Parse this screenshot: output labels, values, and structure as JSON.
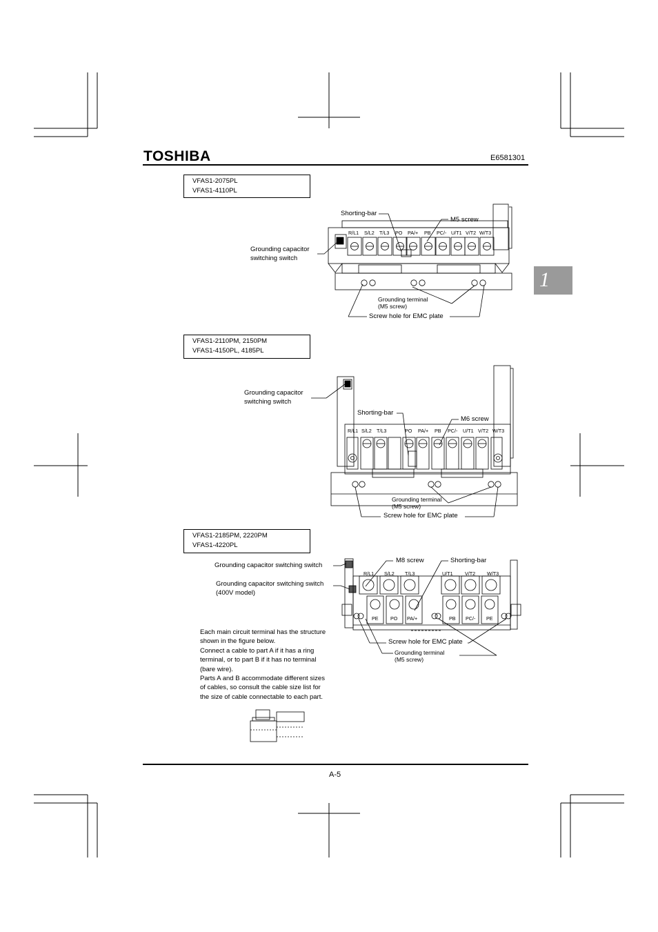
{
  "header": {
    "logo": "TOSHIBA",
    "doc_number": "E6581301"
  },
  "chapter_tab": "1",
  "footer": {
    "page": "A-5"
  },
  "sections": [
    {
      "models": [
        "VFAS1-2075PL",
        "VFAS1-4110PL"
      ],
      "terminals": [
        "R/L1",
        "S/L2",
        "T/L3",
        "PO",
        "PA/+",
        "PB",
        "PC/-",
        "U/T1",
        "V/T2",
        "W/T3"
      ],
      "callouts": {
        "shorting_bar": "Shorting-bar",
        "screw": "M5 screw",
        "cap_switch_1": "Grounding capacitor",
        "cap_switch_2": "switching switch",
        "ground_1": "Grounding terminal",
        "ground_2": "(M5 screw)",
        "emc": "Screw hole for EMC plate"
      }
    },
    {
      "models": [
        "VFAS1-2110PM, 2150PM",
        "VFAS1-4150PL, 4185PL"
      ],
      "terminals": [
        "R/L1",
        "S/L2",
        "T/L3",
        "PO",
        "PA/+",
        "PB",
        "PC/-",
        "U/T1",
        "V/T2",
        "W/T3"
      ],
      "callouts": {
        "cap_switch_1": "Grounding capacitor",
        "cap_switch_2": "switching switch",
        "shorting_bar": "Shorting-bar",
        "screw": "M6 screw",
        "ground_1": "Grounding terminal",
        "ground_2": "(M5 screw)",
        "emc": "Screw hole for EMC plate"
      }
    },
    {
      "models": [
        "VFAS1-2185PM, 2220PM",
        "VFAS1-4220PL"
      ],
      "terminals_top": [
        "R/L1",
        "S/L2",
        "T/L3",
        "U/T1",
        "V/T2",
        "W/T3"
      ],
      "terminals_bottom": [
        "PE",
        "PO",
        "PA/+",
        "PB",
        "PC/-",
        "PE"
      ],
      "callouts": {
        "cap_switch": "Grounding capacitor switching switch",
        "cap_switch_400_1": "Grounding capacitor switching switch",
        "cap_switch_400_2": "(400V model)",
        "screw": "M8 screw",
        "shorting_bar": "Shorting-bar",
        "emc": "Screw hole for EMC plate",
        "ground_1": "Grounding terminal",
        "ground_2": "(M5 screw)"
      }
    }
  ],
  "paragraph": [
    "Each main circuit terminal has the structure",
    "shown in the figure below.",
    "Connect a cable to part A if it has a ring",
    "terminal, or to part B if it has no terminal",
    "(bare wire).",
    "Parts A and B accommodate different sizes",
    "of cables, so consult the cable size list for",
    "the size of cable connectable to each part."
  ]
}
